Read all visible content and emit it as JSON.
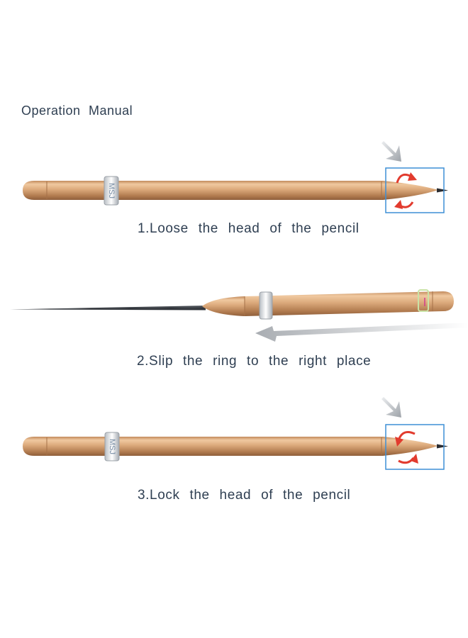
{
  "title": "Operation Manual",
  "steps": [
    {
      "label": "1.Loose the head of the pencil"
    },
    {
      "label": "2.Slip the ring to the right place"
    },
    {
      "label": "3.Lock the head of the pencil"
    }
  ],
  "ring_brand": "MSJ",
  "colors": {
    "text": "#2f3f52",
    "pencil_body": "#d9a77a",
    "highlight_box": "#3d8fd6",
    "rotation_arrow": "#e23b2e",
    "pointer_arrow": "#b9bcc0"
  },
  "icons": [
    "rotation-arrow-icon",
    "pointer-arrow-icon",
    "slide-arrow-icon"
  ]
}
